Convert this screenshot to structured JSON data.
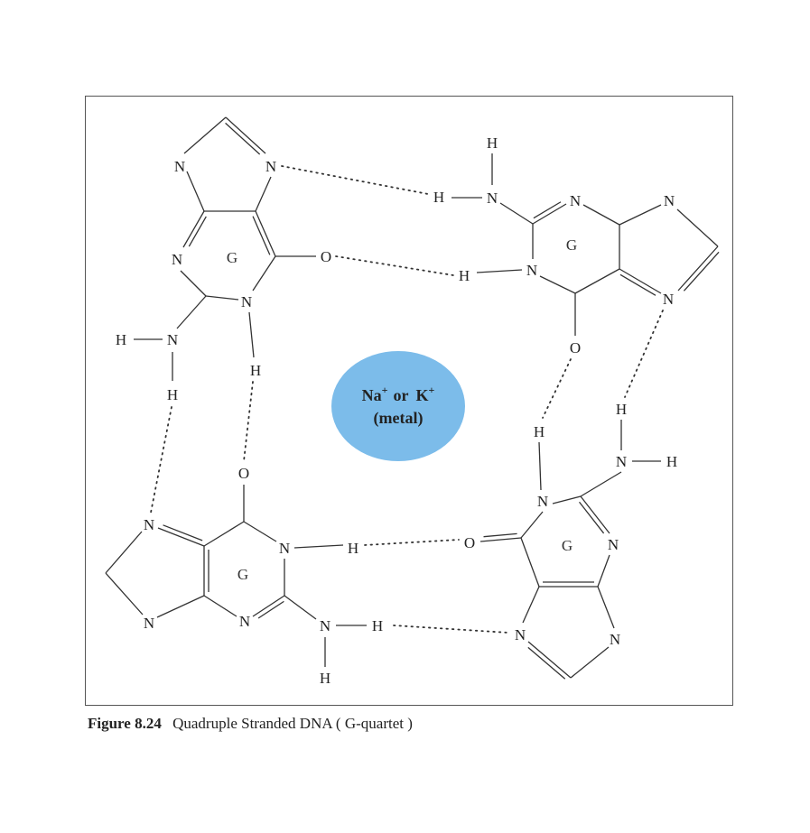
{
  "diagram": {
    "base_label": "G",
    "atoms": {
      "N": "N",
      "H": "H",
      "O": "O"
    },
    "ion": {
      "line1": [
        "Na",
        "+",
        "or",
        "K",
        "+"
      ],
      "line2": "(metal)",
      "color": "#7cbcea"
    }
  },
  "caption": {
    "figure_number": "Figure 8.24",
    "text": "Quadruple Stranded DNA ( G-quartet )"
  }
}
